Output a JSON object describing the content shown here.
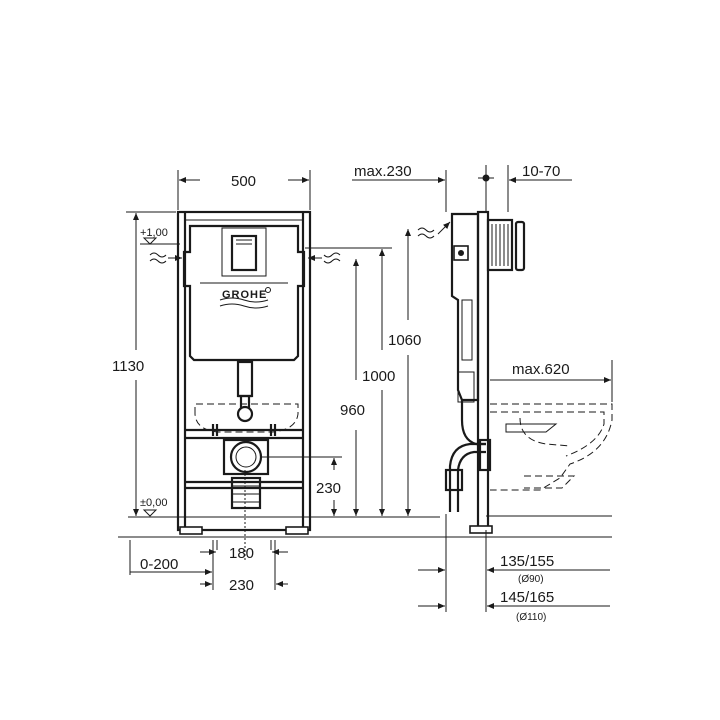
{
  "front_view": {
    "width_label": "500",
    "height_label": "1130",
    "level_top_label": "+1,00",
    "level_floor_label": "±0,00",
    "brand_label": "GROHE",
    "dim_960": "960",
    "dim_1000": "1000",
    "dim_1060": "1060",
    "dim_230_vertical": "230",
    "dim_0_200": "0-200",
    "dim_180": "180",
    "dim_230_bottom": "230"
  },
  "side_view": {
    "max_depth_label": "max.230",
    "range_label": "10-70",
    "pan_length_label": "max.620",
    "dim_135_155": "135/155",
    "dia_90": "(Ø90)",
    "dim_145_165": "145/165",
    "dia_110": "(Ø110)"
  }
}
